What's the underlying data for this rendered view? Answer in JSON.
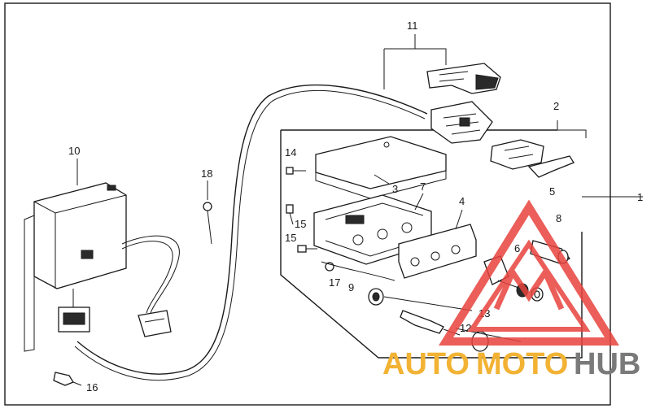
{
  "diagram": {
    "part_numbers": [
      "1",
      "2",
      "3",
      "4",
      "5",
      "6",
      "7",
      "8",
      "9",
      "10",
      "11",
      "12",
      "13",
      "14",
      "15",
      "15",
      "16",
      "17",
      "18"
    ]
  },
  "watermark": {
    "auto": "AUTO",
    "moto": "MOTO",
    "hub": "HUB",
    "colors": {
      "auto": "#f2b233",
      "moto": "#f2b233",
      "hub": "#7a7a7a",
      "triangle": "#e8433d"
    }
  }
}
